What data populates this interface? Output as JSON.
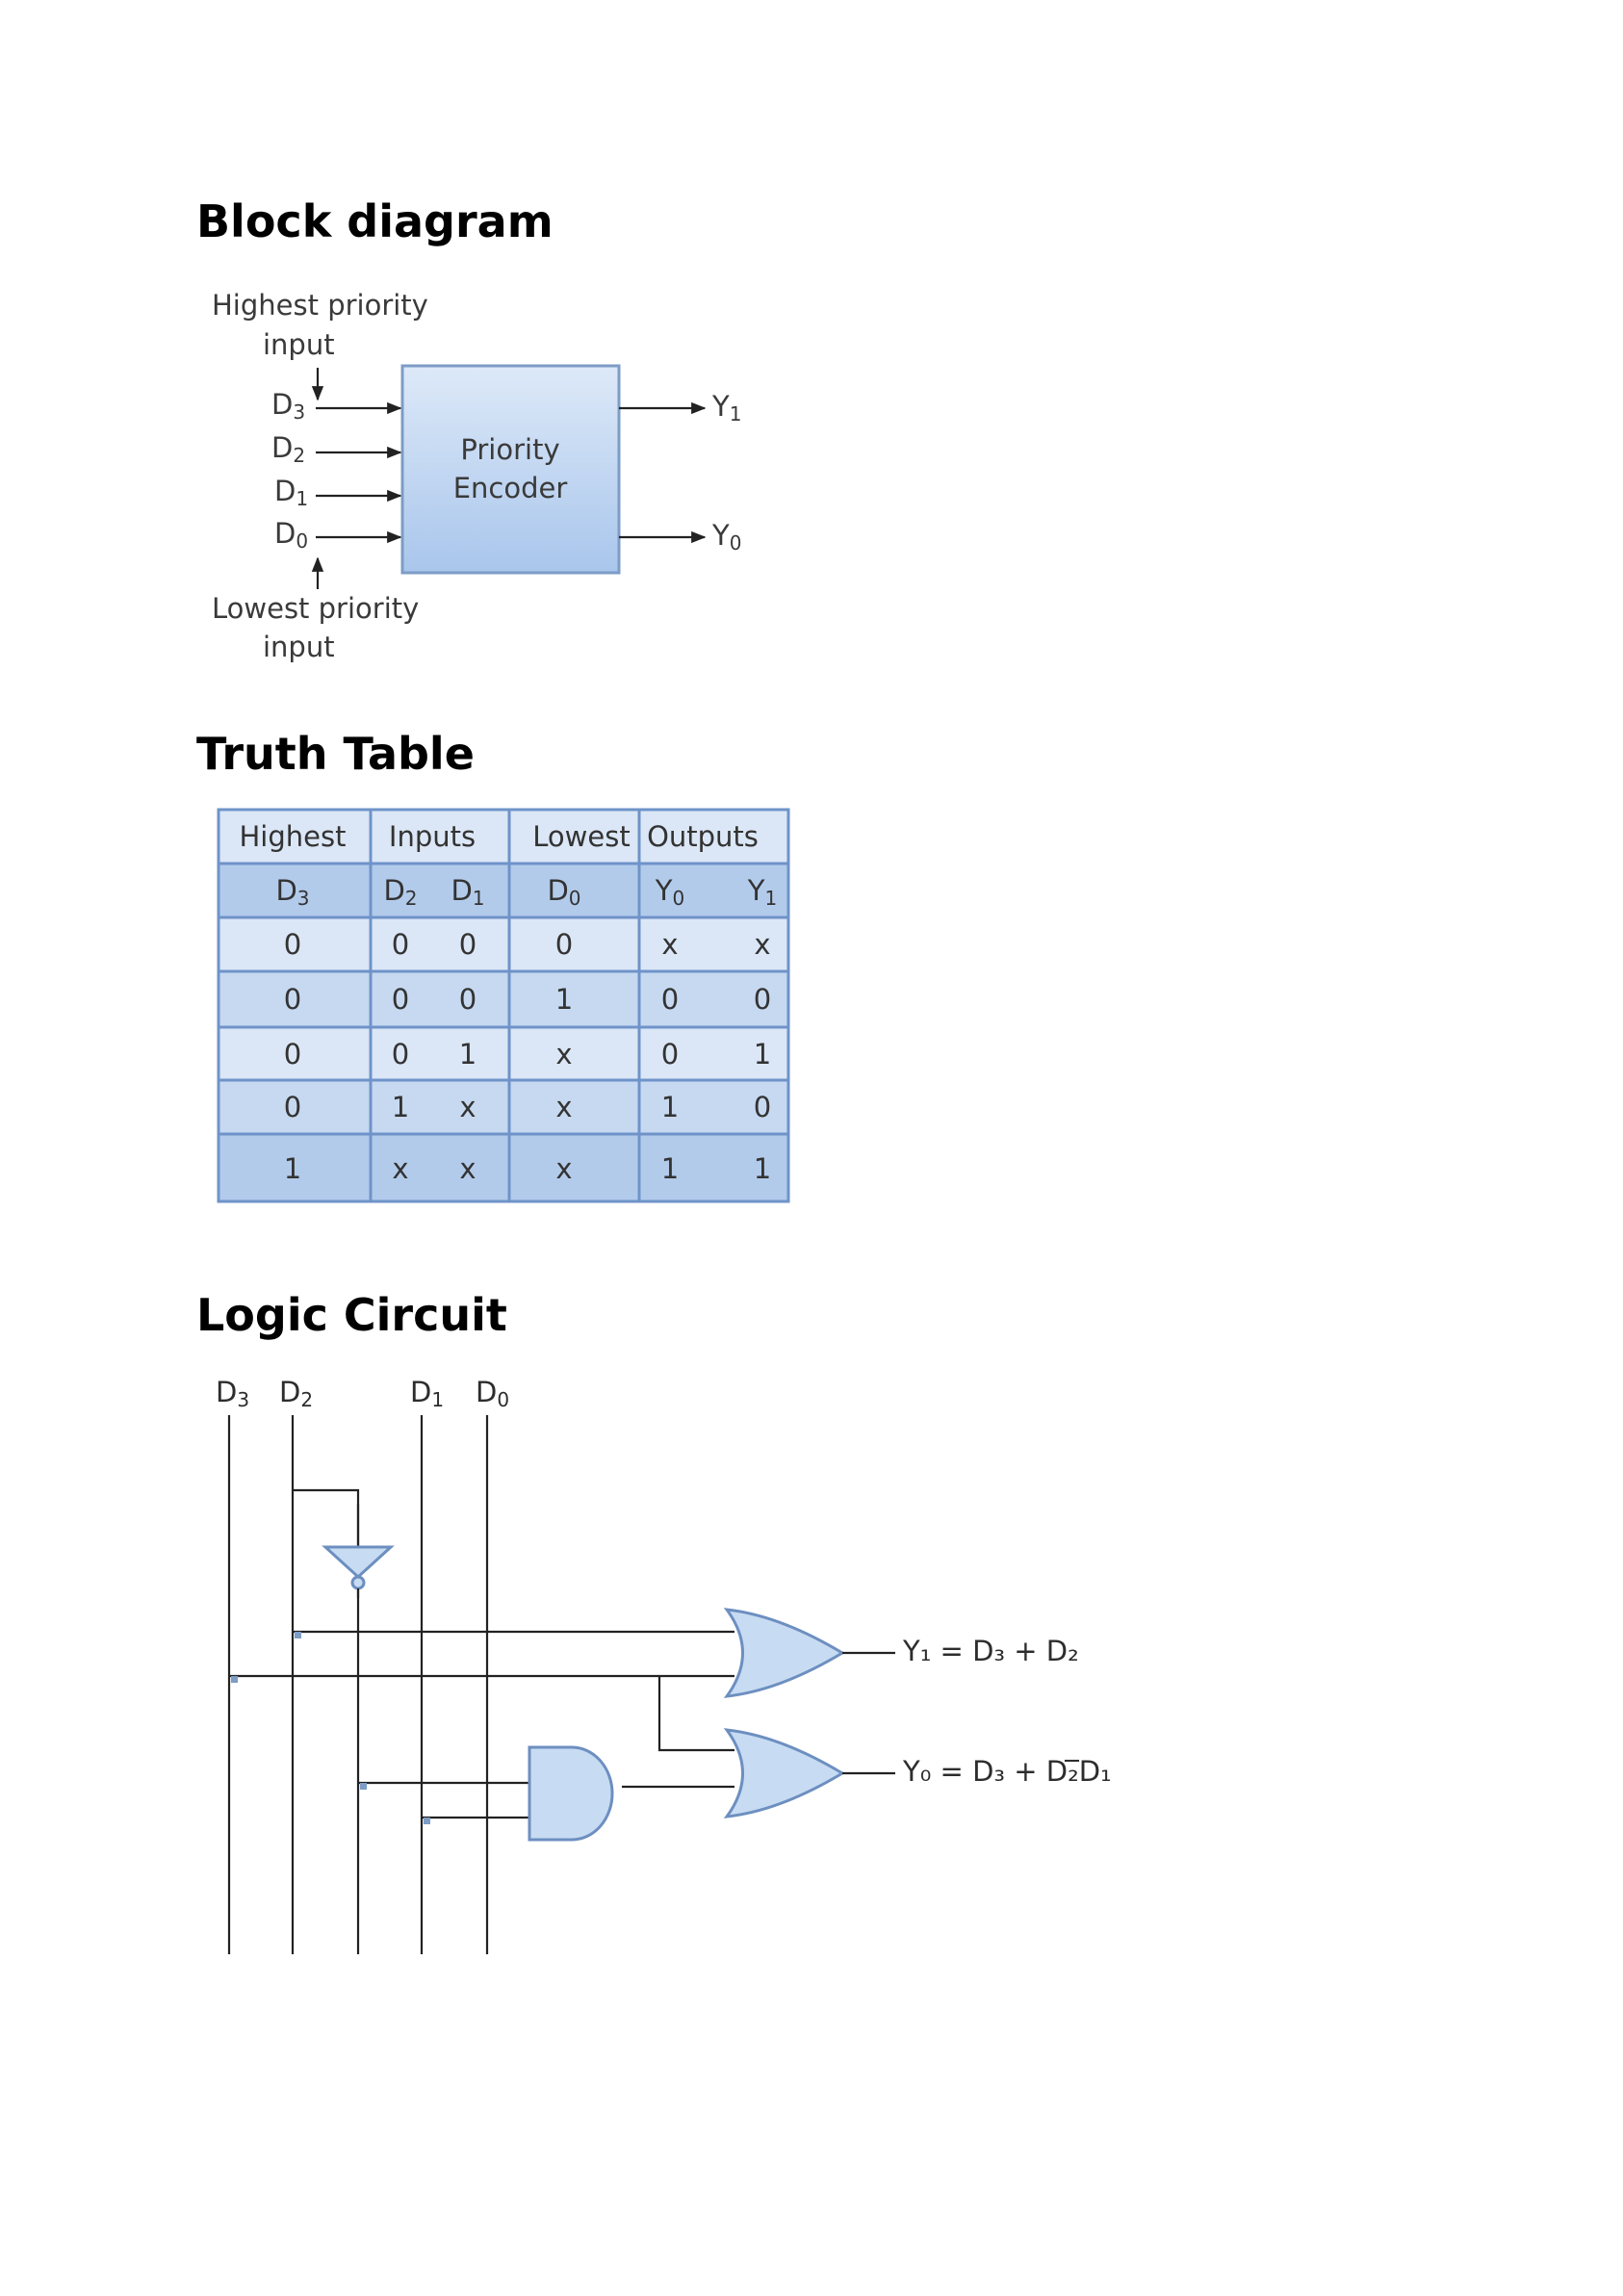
{
  "sections": {
    "block_title": "Block diagram",
    "truth_title": "Truth Table",
    "logic_title": "Logic Circuit"
  },
  "block_diagram": {
    "highest_label": [
      "Highest priority",
      "input"
    ],
    "lowest_label": [
      "Lowest priority",
      "input"
    ],
    "inputs": [
      {
        "name": "D",
        "sub": "3"
      },
      {
        "name": "D",
        "sub": "2"
      },
      {
        "name": "D",
        "sub": "1"
      },
      {
        "name": "D",
        "sub": "0"
      }
    ],
    "box_label": [
      "Priority",
      "Encoder"
    ],
    "outputs": [
      {
        "name": "Y",
        "sub": "1"
      },
      {
        "name": "Y",
        "sub": "0"
      }
    ],
    "colors": {
      "box_fill_top": "#dde9f8",
      "box_fill_bottom": "#a9c6ec",
      "box_border": "#7d9cc6"
    }
  },
  "truth_table": {
    "group_headers": [
      "Highest",
      "Inputs",
      "Lowest",
      "Outputs"
    ],
    "column_headers": [
      "D3",
      "D2",
      "D1",
      "D0",
      "Y0",
      "Y1"
    ],
    "rows": [
      [
        "0",
        "0",
        "0",
        "0",
        "x",
        "x"
      ],
      [
        "0",
        "0",
        "0",
        "1",
        "0",
        "0"
      ],
      [
        "0",
        "0",
        "1",
        "x",
        "0",
        "1"
      ],
      [
        "0",
        "1",
        "x",
        "x",
        "1",
        "0"
      ],
      [
        "1",
        "x",
        "x",
        "x",
        "1",
        "1"
      ]
    ],
    "colors": {
      "light": "#dbe7f6",
      "dark": "#b3cbeb",
      "border": "#6f93c9"
    }
  },
  "logic_circuit": {
    "input_labels": [
      "D3",
      "D2",
      "D1",
      "D0"
    ],
    "y1_equation": "Y₁ = D₃ + D₂",
    "y0_equation": "Y₀ = D₃ + D₂̅D₁",
    "colors": {
      "gate_fill": "#c7dcf3",
      "gate_stroke": "#6d8fc0",
      "wire": "#222222"
    }
  }
}
